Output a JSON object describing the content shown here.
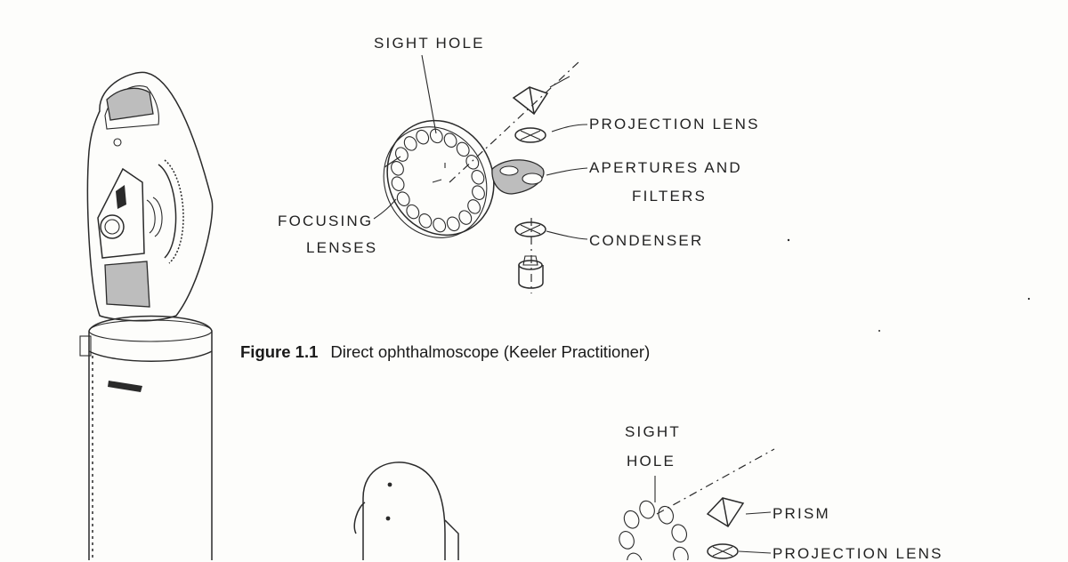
{
  "figure_1": {
    "caption_number": "Figure 1.1",
    "caption_text": "Direct ophthalmoscope (Keeler Practitioner)",
    "labels": {
      "sight_hole": "SIGHT HOLE",
      "projection_lens": "PROJECTION LENS",
      "apertures_line1": "APERTURES AND",
      "apertures_line2": "FILTERS",
      "focusing_line1": "FOCUSING",
      "focusing_line2": "LENSES",
      "condenser": "CONDENSER"
    }
  },
  "figure_2": {
    "labels": {
      "sight_line1": "SIGHT",
      "sight_line2": "HOLE",
      "prism": "PRISM",
      "projection_lens": "PROJECTION LENS"
    }
  },
  "colors": {
    "paper": "#fdfdfb",
    "ink": "#2a2a2a",
    "shading": "#bdbdbd"
  }
}
